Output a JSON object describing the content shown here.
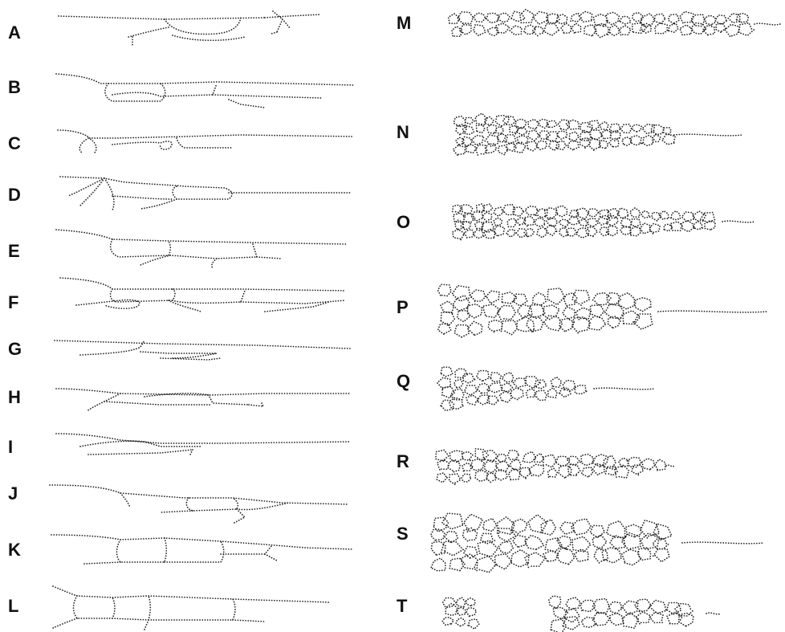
{
  "figure": {
    "panels": [
      {
        "id": "A",
        "label": "A",
        "kind": "strand"
      },
      {
        "id": "B",
        "label": "B",
        "kind": "strand"
      },
      {
        "id": "C",
        "label": "C",
        "kind": "strand"
      },
      {
        "id": "D",
        "label": "D",
        "kind": "strand"
      },
      {
        "id": "E",
        "label": "E",
        "kind": "strand"
      },
      {
        "id": "F",
        "label": "F",
        "kind": "strand"
      },
      {
        "id": "G",
        "label": "G",
        "kind": "strand"
      },
      {
        "id": "H",
        "label": "H",
        "kind": "strand"
      },
      {
        "id": "I",
        "label": "I",
        "kind": "strand"
      },
      {
        "id": "J",
        "label": "J",
        "kind": "strand"
      },
      {
        "id": "K",
        "label": "K",
        "kind": "strand"
      },
      {
        "id": "L",
        "label": "L",
        "kind": "strand"
      },
      {
        "id": "M",
        "label": "M",
        "kind": "network"
      },
      {
        "id": "N",
        "label": "N",
        "kind": "network"
      },
      {
        "id": "O",
        "label": "O",
        "kind": "network"
      },
      {
        "id": "P",
        "label": "P",
        "kind": "network"
      },
      {
        "id": "Q",
        "label": "Q",
        "kind": "network"
      },
      {
        "id": "R",
        "label": "R",
        "kind": "network"
      },
      {
        "id": "S",
        "label": "S",
        "kind": "network"
      },
      {
        "id": "T",
        "label": "T",
        "kind": "network"
      }
    ]
  }
}
